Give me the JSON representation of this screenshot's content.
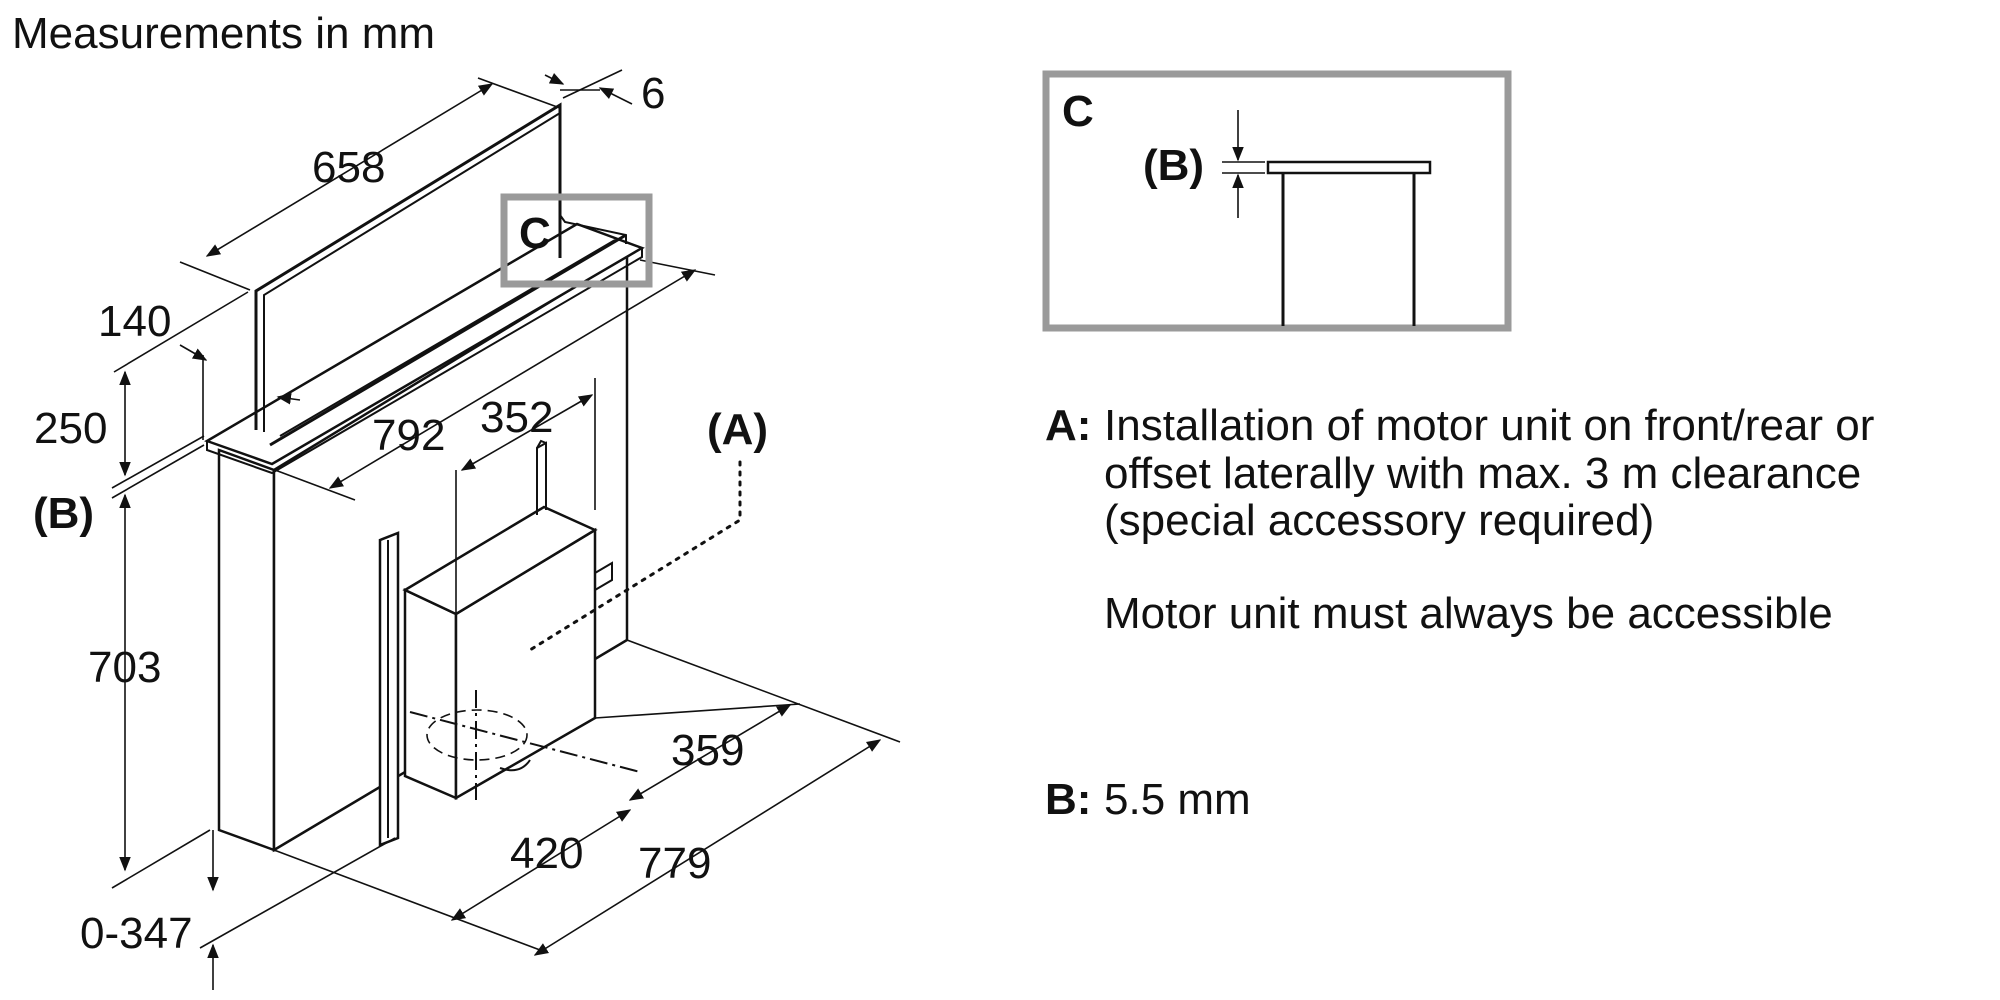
{
  "header": {
    "measurements_label": "Measurements in mm"
  },
  "dimensions": {
    "height_top": "658",
    "thickness": "6",
    "depth_140": "140",
    "lift_250": "250",
    "b_marker": "(B)",
    "width_792": "792",
    "motor_352": "352",
    "motor_a": "(A)",
    "cabinet_703": "703",
    "depth_359": "359",
    "depth_420": "420",
    "depth_779": "779",
    "range_0_347": "0-347"
  },
  "detail": {
    "callout_letter": "C",
    "title": "C",
    "b_marker": "(B)"
  },
  "legend": {
    "a_key": "A:",
    "a_line1": "Installation of motor unit on front/rear or",
    "a_line2": "offset laterally with max. 3 m clearance",
    "a_line3": "(special accessory required)",
    "a_note": "Motor unit must always be accessible",
    "b_key": "B:",
    "b_value": "5.5 mm"
  },
  "colors": {
    "line": "#111111",
    "callout_frame": "#9a9a9a",
    "background": "#ffffff"
  }
}
